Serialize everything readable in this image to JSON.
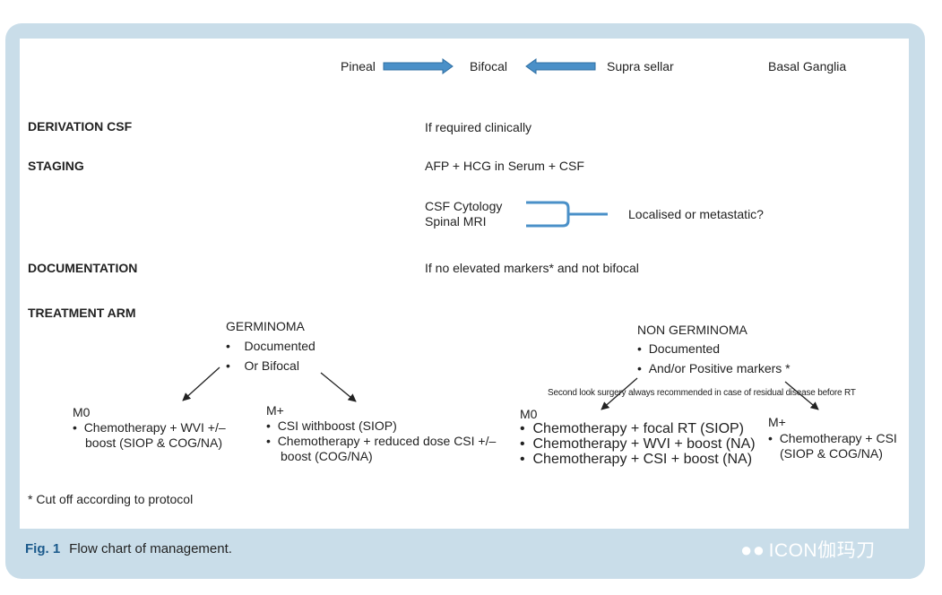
{
  "locations": {
    "pineal": "Pineal",
    "bifocal": "Bifocal",
    "supra_sellar": "Supra sellar",
    "basal_ganglia": "Basal Ganglia"
  },
  "rows": {
    "derivation": {
      "label": "DERIVATION CSF",
      "value": "If required clinically"
    },
    "staging": {
      "label": "STAGING",
      "value": "AFP + HCG in Serum + CSF",
      "cytology": "CSF Cytology",
      "mri": "Spinal MRI",
      "result": "Localised or metastatic?"
    },
    "documentation": {
      "label": "DOCUMENTATION",
      "value": "If no elevated markers* and not bifocal"
    },
    "treatment": {
      "label": "TREATMENT ARM"
    }
  },
  "germinoma": {
    "title": "GERMINOMA",
    "bullets": [
      "Documented",
      "Or Bifocal"
    ],
    "m0": {
      "title": "M0",
      "line1": "Chemotherapy + WVI +/–",
      "line2": "boost (SIOP & COG/NA)"
    },
    "mplus": {
      "title": "M+",
      "item1": "CSI withboost (SIOP)",
      "item2_line1": "Chemotherapy + reduced dose CSI +/–",
      "item2_line2": "boost (COG/NA)"
    }
  },
  "non_germinoma": {
    "title": "NON GERMINOMA",
    "bullets": [
      "Documented",
      "And/or Positive markers *"
    ],
    "note": "Second look surgery always recommended in case of residual disease before RT",
    "m0": {
      "title": "M0",
      "items": [
        "Chemotherapy + focal RT (SIOP)",
        "Chemotherapy + WVI + boost (NA)",
        "Chemotherapy + CSI + boost (NA)"
      ]
    },
    "mplus": {
      "title": "M+",
      "line1": "Chemotherapy + CSI",
      "line2": "(SIOP & COG/NA)"
    }
  },
  "footnote": "* Cut off according to protocol",
  "caption": {
    "fig": "Fig. 1",
    "text": "Flow chart of management."
  },
  "watermark": "ICON伽玛刀",
  "colors": {
    "arrow_blue": "#4a90c8",
    "frame": "#c9dde9",
    "fig_label": "#1b5a8c"
  }
}
